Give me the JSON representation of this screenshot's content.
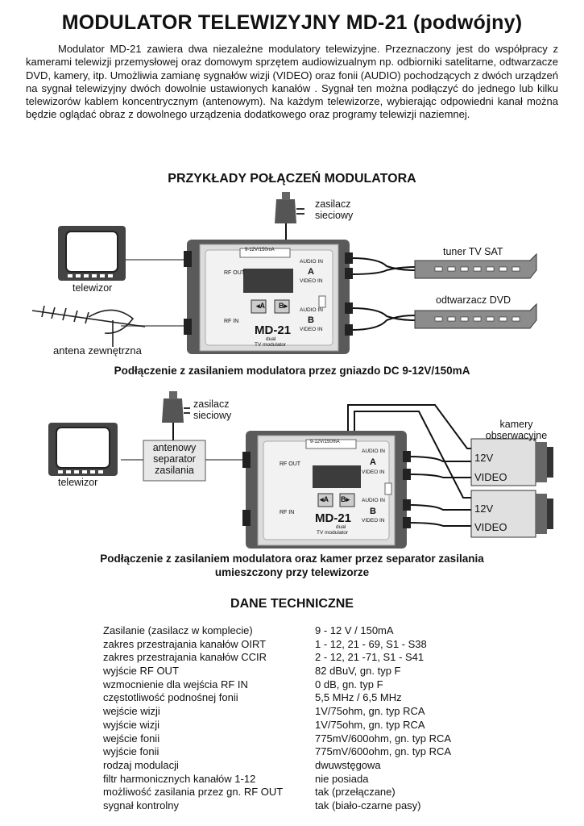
{
  "title": "MODULATOR TELEWIZYJNY MD-21 (podwójny)",
  "intro": "Modulator MD-21 zawiera dwa niezależne modulatory telewizyjne. Przeznaczony jest do współpracy z kamerami telewizji przemysłowej oraz domowym sprzętem audiowizualnym np. odbiorniki satelitarne, odtwarzacze DVD, kamery, itp. Umożliwia zamianę sygnałów wizji (VIDEO) oraz fonii (AUDIO) pochodzących z dwóch urządzeń na sygnał telewizyjny dwóch dowolnie ustawionych kanałów . Sygnał ten można podłączyć do jednego lub kilku telewizorów kablem koncentrycznym (antenowym). Na każdym telewizorze, wybierając odpowiedni kanał można będzie oglądać obraz z dowolnego urządzenia dodatkowego oraz programy telewizji naziemnej.",
  "section_examples": "PRZYKŁADY POŁĄCZEŃ MODULATORA",
  "diagram1": {
    "psu_line1": "zasilacz",
    "psu_line2": "sieciowy",
    "tv": "telewizor",
    "antenna": "antena zewnętrzna",
    "device1": "tuner TV SAT",
    "device2": "odtwarzacz DVD",
    "caption": "Podłączenie z zasilaniem modulatora przez gniazdo DC 9-12V/150mA"
  },
  "modulator": {
    "dc_label": "9-12V/150mA",
    "rf_out": "RF OUT",
    "rf_in": "RF IN",
    "audio_in": "AUDIO IN",
    "video_in": "VIDEO IN",
    "ch_a": "A",
    "ch_b": "B",
    "model": "MD-21",
    "sub1": "dual",
    "sub2": "TV modulator"
  },
  "diagram2": {
    "psu_line1": "zasilacz",
    "psu_line2": "sieciowy",
    "separator_line1": "antenowy",
    "separator_line2": "separator",
    "separator_line3": "zasilania",
    "tv": "telewizor",
    "cameras_line1": "kamery",
    "cameras_line2": "obserwacyjne",
    "cam_12v": "12V",
    "cam_video": "VIDEO",
    "caption_line1": "Podłączenie z zasilaniem modulatora oraz kamer przez separator zasilania",
    "caption_line2": "umieszczony przy telewizorze"
  },
  "section_specs": "DANE TECHNICZNE",
  "specs": [
    {
      "name": "Zasilanie (zasilacz w komplecie)",
      "value": "9 - 12 V / 150mA"
    },
    {
      "name": "zakres przestrajania kanałów OIRT",
      "value": "1 - 12, 21 - 69, S1 - S38"
    },
    {
      "name": "zakres przestrajania kanałów CCIR",
      "value": "2 - 12, 21 -71, S1 - S41"
    },
    {
      "name": "wyjście RF OUT",
      "value": "82 dBuV, gn. typ F"
    },
    {
      "name": "wzmocnienie dla wejścia RF IN",
      "value": "0 dB, gn. typ F"
    },
    {
      "name": "częstotliwość podnośnej fonii",
      "value": "5,5 MHz / 6,5 MHz"
    },
    {
      "name": "wejście wizji",
      "value": "1V/75ohm, gn. typ RCA"
    },
    {
      "name": "wyjście wizji",
      "value": "1V/75ohm, gn. typ RCA"
    },
    {
      "name": "wejście fonii",
      "value": "775mV/600ohm, gn. typ RCA"
    },
    {
      "name": "wyjście fonii",
      "value": "775mV/600ohm, gn. typ RCA"
    },
    {
      "name": "rodzaj modulacji",
      "value": "dwuwstęgowa"
    },
    {
      "name": "filtr harmonicznych kanałów 1-12",
      "value": "nie posiada"
    },
    {
      "name": "możliwość zasilania przez gn. RF OUT",
      "value": "tak (przełączane)"
    },
    {
      "name": "sygnał kontrolny",
      "value": "tak (biało-czarne pasy)"
    }
  ]
}
